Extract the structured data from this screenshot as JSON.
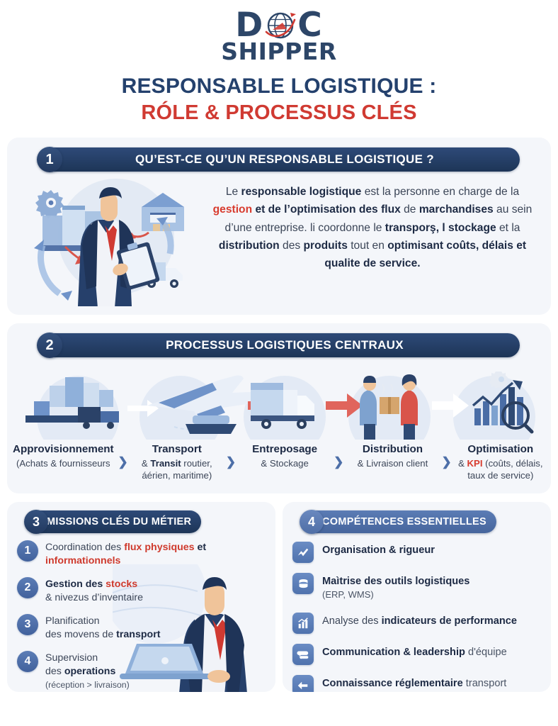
{
  "logo": {
    "part1": "D",
    "globe_icon": "globe-plane-icon",
    "part2": "C",
    "bottom": "SHIPPER"
  },
  "title": {
    "line1": "RESPONSABLE LOGISTIQUE :",
    "line2": "RÓLE & PROCESSUS CLÉS"
  },
  "colors": {
    "navy": "#1d3557",
    "blue": "#4f72ad",
    "red": "#d03a32",
    "card_bg": "#f4f6fa"
  },
  "section1": {
    "number": "1",
    "heading": "QU’EST-CE QU’UN RESPONSABLE LOGISTIQUE ?",
    "art_icon": "logistics-manager-illustration",
    "paragraph_parts": [
      {
        "t": "Le ",
        "s": "normal"
      },
      {
        "t": "responsable logistique",
        "s": "bold"
      },
      {
        "t": " est la personne en charge de la ",
        "s": "normal"
      },
      {
        "t": "gestion",
        "s": "red"
      },
      {
        "t": " et de l’optimisation des flux",
        "s": "bold"
      },
      {
        "t": " de ",
        "s": "normal"
      },
      {
        "t": "marchandises",
        "s": "bold"
      },
      {
        "t": " au sein d’une entreprise. li coordonne le ",
        "s": "normal"
      },
      {
        "t": "transporş, l stockage",
        "s": "bold"
      },
      {
        "t": " et la ",
        "s": "normal"
      },
      {
        "t": "distribution",
        "s": "bold"
      },
      {
        "t": " des ",
        "s": "normal"
      },
      {
        "t": "produits",
        "s": "bold"
      },
      {
        "t": " tout en ",
        "s": "normal"
      },
      {
        "t": "optimisant coûts, délais et qualite de service.",
        "s": "bold"
      }
    ]
  },
  "section2": {
    "number": "2",
    "heading": "PROCESSUS LOGISTIQUES CENTRAUX",
    "art_icon": "supply-chain-flow-illustration",
    "chevron_icon": "chevron-right-icon",
    "steps": [
      {
        "title": "Approvisionnement",
        "sub_parts": [
          {
            "t": "(Achats & fournisseurs",
            "s": "normal"
          }
        ],
        "icon": "warehouse-boxes-icon"
      },
      {
        "title": "Transport",
        "sub_parts": [
          {
            "t": "& ",
            "s": "normal"
          },
          {
            "t": "Transit",
            "s": "bold"
          },
          {
            "t": " routier, áérien, maritime)",
            "s": "normal"
          }
        ],
        "icon": "plane-ship-icon"
      },
      {
        "title": "Entreposage",
        "sub_parts": [
          {
            "t": "& Stockage",
            "s": "normal"
          }
        ],
        "icon": "truck-icon"
      },
      {
        "title": "Distribution",
        "sub_parts": [
          {
            "t": "& Livraison client",
            "s": "normal"
          }
        ],
        "icon": "delivery-handoff-icon"
      },
      {
        "title": "Optimisation",
        "sub_parts": [
          {
            "t": "& ",
            "s": "normal"
          },
          {
            "t": "KPI",
            "s": "red"
          },
          {
            "t": " (coûts, délais, taux de service)",
            "s": "normal"
          }
        ],
        "icon": "analytics-chart-icon"
      }
    ]
  },
  "section3": {
    "number": "3",
    "heading": "MISSIONS CLÉS DU MÉTIER",
    "art_icon": "manager-laptop-illustration",
    "items": [
      {
        "num": "1",
        "parts": [
          {
            "t": "Coordination des ",
            "s": "normal"
          },
          {
            "t": "flux physiques",
            "s": "red"
          },
          {
            "t": " et ",
            "s": "bold"
          },
          {
            "t": "informationnels",
            "s": "red"
          }
        ]
      },
      {
        "num": "2",
        "parts": [
          {
            "t": "Gestion",
            "s": "bold"
          },
          {
            "t": " des ",
            "s": "bold"
          },
          {
            "t": "stocks",
            "s": "red"
          },
          {
            "t": "\n& nivezus d’inventaire",
            "s": "normal"
          }
        ]
      },
      {
        "num": "3",
        "parts": [
          {
            "t": "Planification\ndes movens de ",
            "s": "normal"
          },
          {
            "t": "transport",
            "s": "bold"
          }
        ]
      },
      {
        "num": "4",
        "parts": [
          {
            "t": "Supervision\ndes ",
            "s": "normal"
          },
          {
            "t": "operations",
            "s": "bold"
          },
          {
            "t": "\n(réception > livraison)",
            "s": "small"
          }
        ]
      }
    ]
  },
  "section4": {
    "number": "4",
    "heading": "COMPÉTENCES ESSENTIELLES",
    "items": [
      {
        "icon": "checkmark-mountain-icon",
        "parts": [
          {
            "t": "Organisation & rigueur",
            "s": "bold"
          }
        ]
      },
      {
        "icon": "database-icon",
        "parts": [
          {
            "t": "Maìtrise des outils logistiques",
            "s": "bold"
          },
          {
            "t": "\n(ERP, WMS)",
            "s": "small"
          }
        ]
      },
      {
        "icon": "bar-chart-icon",
        "parts": [
          {
            "t": "Analyse des ",
            "s": "normal"
          },
          {
            "t": "indicateurs de performance",
            "s": "bold"
          }
        ]
      },
      {
        "icon": "speech-bubbles-icon",
        "parts": [
          {
            "t": "Communication & leadership",
            "s": "bold"
          },
          {
            "t": " d'équipe",
            "s": "light"
          }
        ]
      },
      {
        "icon": "arrow-left-icon",
        "parts": [
          {
            "t": "Connaissance réglementaire",
            "s": "bold"
          },
          {
            "t": " transport",
            "s": "light"
          }
        ]
      }
    ]
  }
}
